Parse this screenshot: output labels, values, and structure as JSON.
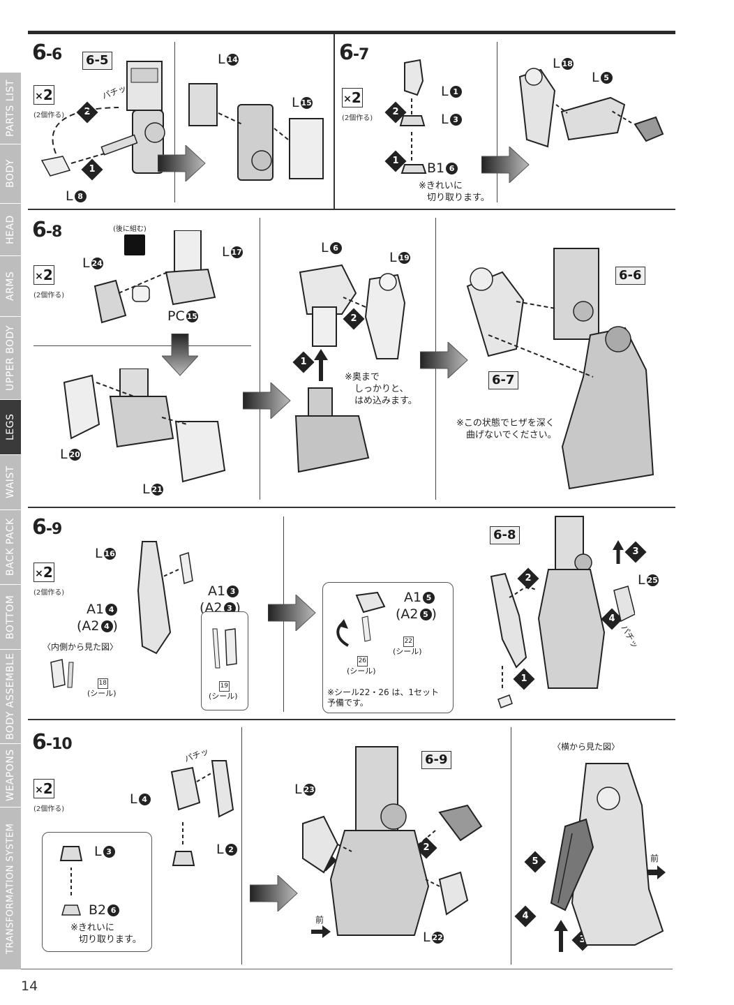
{
  "page": {
    "number": "14"
  },
  "side_tabs": [
    {
      "label": "PARTS LIST",
      "active": false
    },
    {
      "label": "BODY",
      "active": false
    },
    {
      "label": "HEAD",
      "active": false
    },
    {
      "label": "ARMS",
      "active": false
    },
    {
      "label": "UPPER BODY",
      "active": false
    },
    {
      "label": "LEGS",
      "active": true
    },
    {
      "label": "WAIST",
      "active": false
    },
    {
      "label": "BACK PACK",
      "active": false
    },
    {
      "label": "BOTTOM",
      "active": false
    },
    {
      "label": "BODY ASSEMBLE",
      "active": false
    },
    {
      "label": "WEAPONS",
      "active": false
    },
    {
      "label": "TRANSFORMATION SYSTEM",
      "active": false
    }
  ],
  "common": {
    "x2": "2",
    "x2_note": "(2個作る)",
    "seal": "(シール)"
  },
  "steps": {
    "s66": {
      "title_main": "6",
      "title_sub": "-6",
      "ref": "6-5",
      "parts": {
        "l8": "L",
        "l8n": "8",
        "l14": "L",
        "l14n": "14",
        "l15": "L",
        "l15n": "15"
      },
      "sfx": "パチッ"
    },
    "s67": {
      "title_main": "6",
      "title_sub": "-7",
      "parts": {
        "l1": "L",
        "l1n": "1",
        "l3": "L",
        "l3n": "3",
        "b1": "B1",
        "b1n": "6",
        "l18": "L",
        "l18n": "18",
        "l5": "L",
        "l5n": "5"
      },
      "note": [
        "※きれいに",
        "切り取ります。"
      ]
    },
    "s68": {
      "title_main": "6",
      "title_sub": "-8",
      "later": "(後に組む)",
      "parts": {
        "l24": "L",
        "l24n": "24",
        "l17": "L",
        "l17n": "17",
        "pc": "PC",
        "pcn": "15",
        "l20": "L",
        "l20n": "20",
        "l21": "L",
        "l21n": "21",
        "l6": "L",
        "l6n": "6",
        "l19": "L",
        "l19n": "19"
      },
      "note_push": [
        "※奥まで",
        "しっかりと、",
        "はめ込みます。"
      ],
      "ref66": "6-6",
      "ref67": "6-7",
      "note_knee": [
        "※この状態でヒザを深く",
        "曲げないでください。"
      ]
    },
    "s69": {
      "title_main": "6",
      "title_sub": "-9",
      "parts": {
        "l16": "L",
        "l16n": "16",
        "a1a": "A1",
        "a1an": "4",
        "a2a": "(A2",
        "a2an": "4",
        "a1b": "A1",
        "a1bn": "3",
        "a2b": "(A2",
        "a2bn": "3",
        "a1c": "A1",
        "a1cn": "5",
        "a2c": "(A2",
        "a2cn": "5",
        "l25": "L",
        "l25n": "25"
      },
      "inner_view": "〈内側から見た図〉",
      "seals": {
        "s18": "18",
        "s19": "19",
        "s22": "22",
        "s26": "26"
      },
      "note_spare": [
        "※シール22・26 は、1セット",
        "予備です。"
      ],
      "ref68": "6-8",
      "sfx": "パチッ"
    },
    "s610": {
      "title_main": "6",
      "title_sub": "-10",
      "parts": {
        "l4": "L",
        "l4n": "4",
        "l2": "L",
        "l2n": "2",
        "l3": "L",
        "l3n": "3",
        "b2": "B2",
        "b2n": "6",
        "l23": "L",
        "l23n": "23",
        "l22": "L",
        "l22n": "22"
      },
      "note": [
        "※きれいに",
        "切り取ります。"
      ],
      "ref69": "6-9",
      "side_view": "〈横から見た図〉",
      "front": "前",
      "sfx": "パチッ"
    }
  }
}
